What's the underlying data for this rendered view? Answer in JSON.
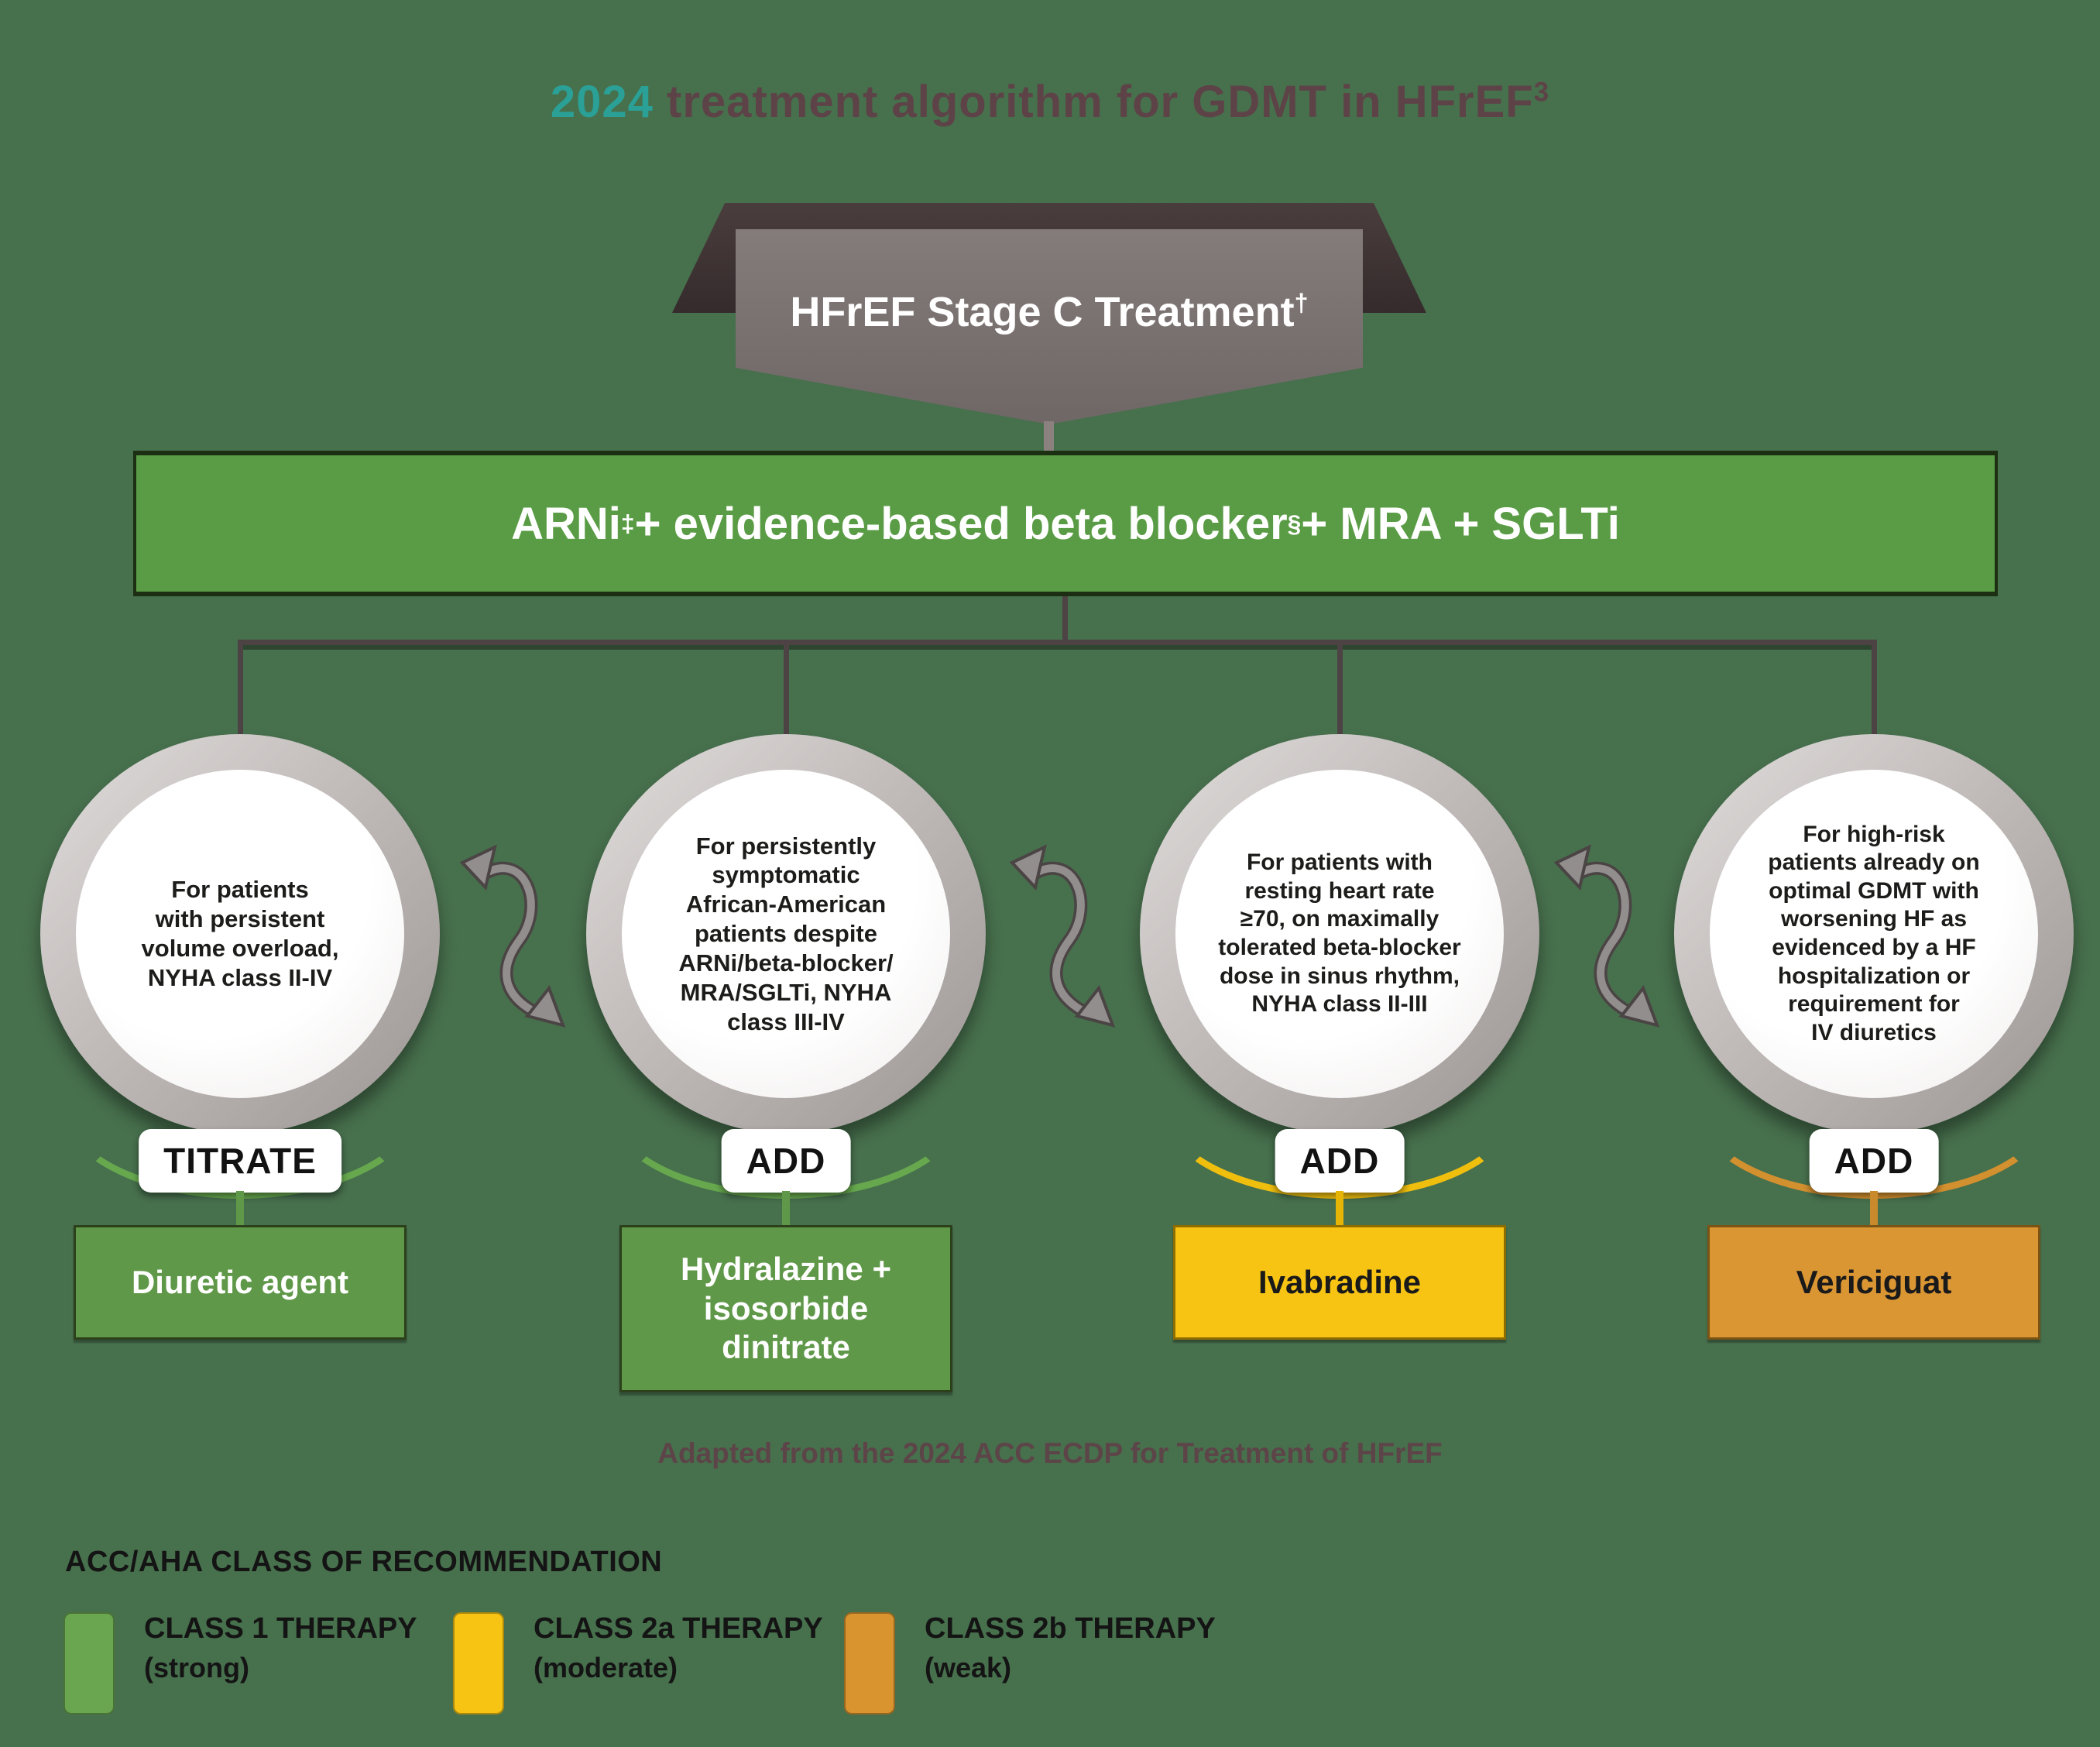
{
  "title": {
    "year": "2024",
    "rest": " treatment algorithm for GDMT in HFrEF",
    "sup": "3"
  },
  "banner": {
    "text": "HFrEF Stage C Treatment",
    "sup": "†"
  },
  "therapy_bar": {
    "part1": "ARNi",
    "sup1": "‡",
    "part2": " + evidence-based beta blocker",
    "sup2": "§",
    "part3": " + MRA + SGLTi"
  },
  "branches": [
    {
      "circle_text": "For patients\nwith persistent\nvolume overload,\nNYHA class II-IV",
      "action": "TITRATE",
      "therapy": "Diuretic agent",
      "class": "class1"
    },
    {
      "circle_text": "For persistently\nsymptomatic\nAfrican-American\npatients despite\nARNi/beta-blocker/\nMRA/SGLTi, NYHA\nclass III-IV",
      "action": "ADD",
      "therapy": "Hydralazine +\nisosorbide\ndinitrate",
      "class": "class1"
    },
    {
      "circle_text": "For patients with\nresting heart rate\n≥70, on maximally\ntolerated beta-blocker\ndose in sinus rhythm,\nNYHA class II-III",
      "action": "ADD",
      "therapy": "Ivabradine",
      "class": "class2a"
    },
    {
      "circle_text": "For high-risk\npatients already on\noptimal GDMT with\nworsening HF as\nevidenced by a HF\nhospitalization or\nrequirement for\nIV diuretics",
      "action": "ADD",
      "therapy": "Vericiguat",
      "class": "class2b"
    }
  ],
  "footer": "Adapted from the 2024 ACC ECDP for Treatment of HFrEF",
  "legend": {
    "title": "ACC/AHA CLASS OF RECOMMENDATION",
    "items": [
      {
        "label": "CLASS 1 THERAPY",
        "sublabel": "(strong)",
        "color": "#6aa550"
      },
      {
        "label": "CLASS 2a THERAPY",
        "sublabel": "(moderate)",
        "color": "#f7c414"
      },
      {
        "label": "CLASS 2b THERAPY",
        "sublabel": "(weak)",
        "color": "#d9942f"
      }
    ]
  },
  "colors": {
    "background": "#47704d",
    "title_year_teal": "#2aa096",
    "title_maroon": "#5d4347",
    "ribbon_gray": "#7b7371",
    "ribbon_dark": "#3e3334",
    "bar_green": "#5a9c45",
    "connector": "#4d4345",
    "class1_green": "#5f9848",
    "class2a_yellow": "#f7c414",
    "class2b_orange": "#db9634"
  }
}
